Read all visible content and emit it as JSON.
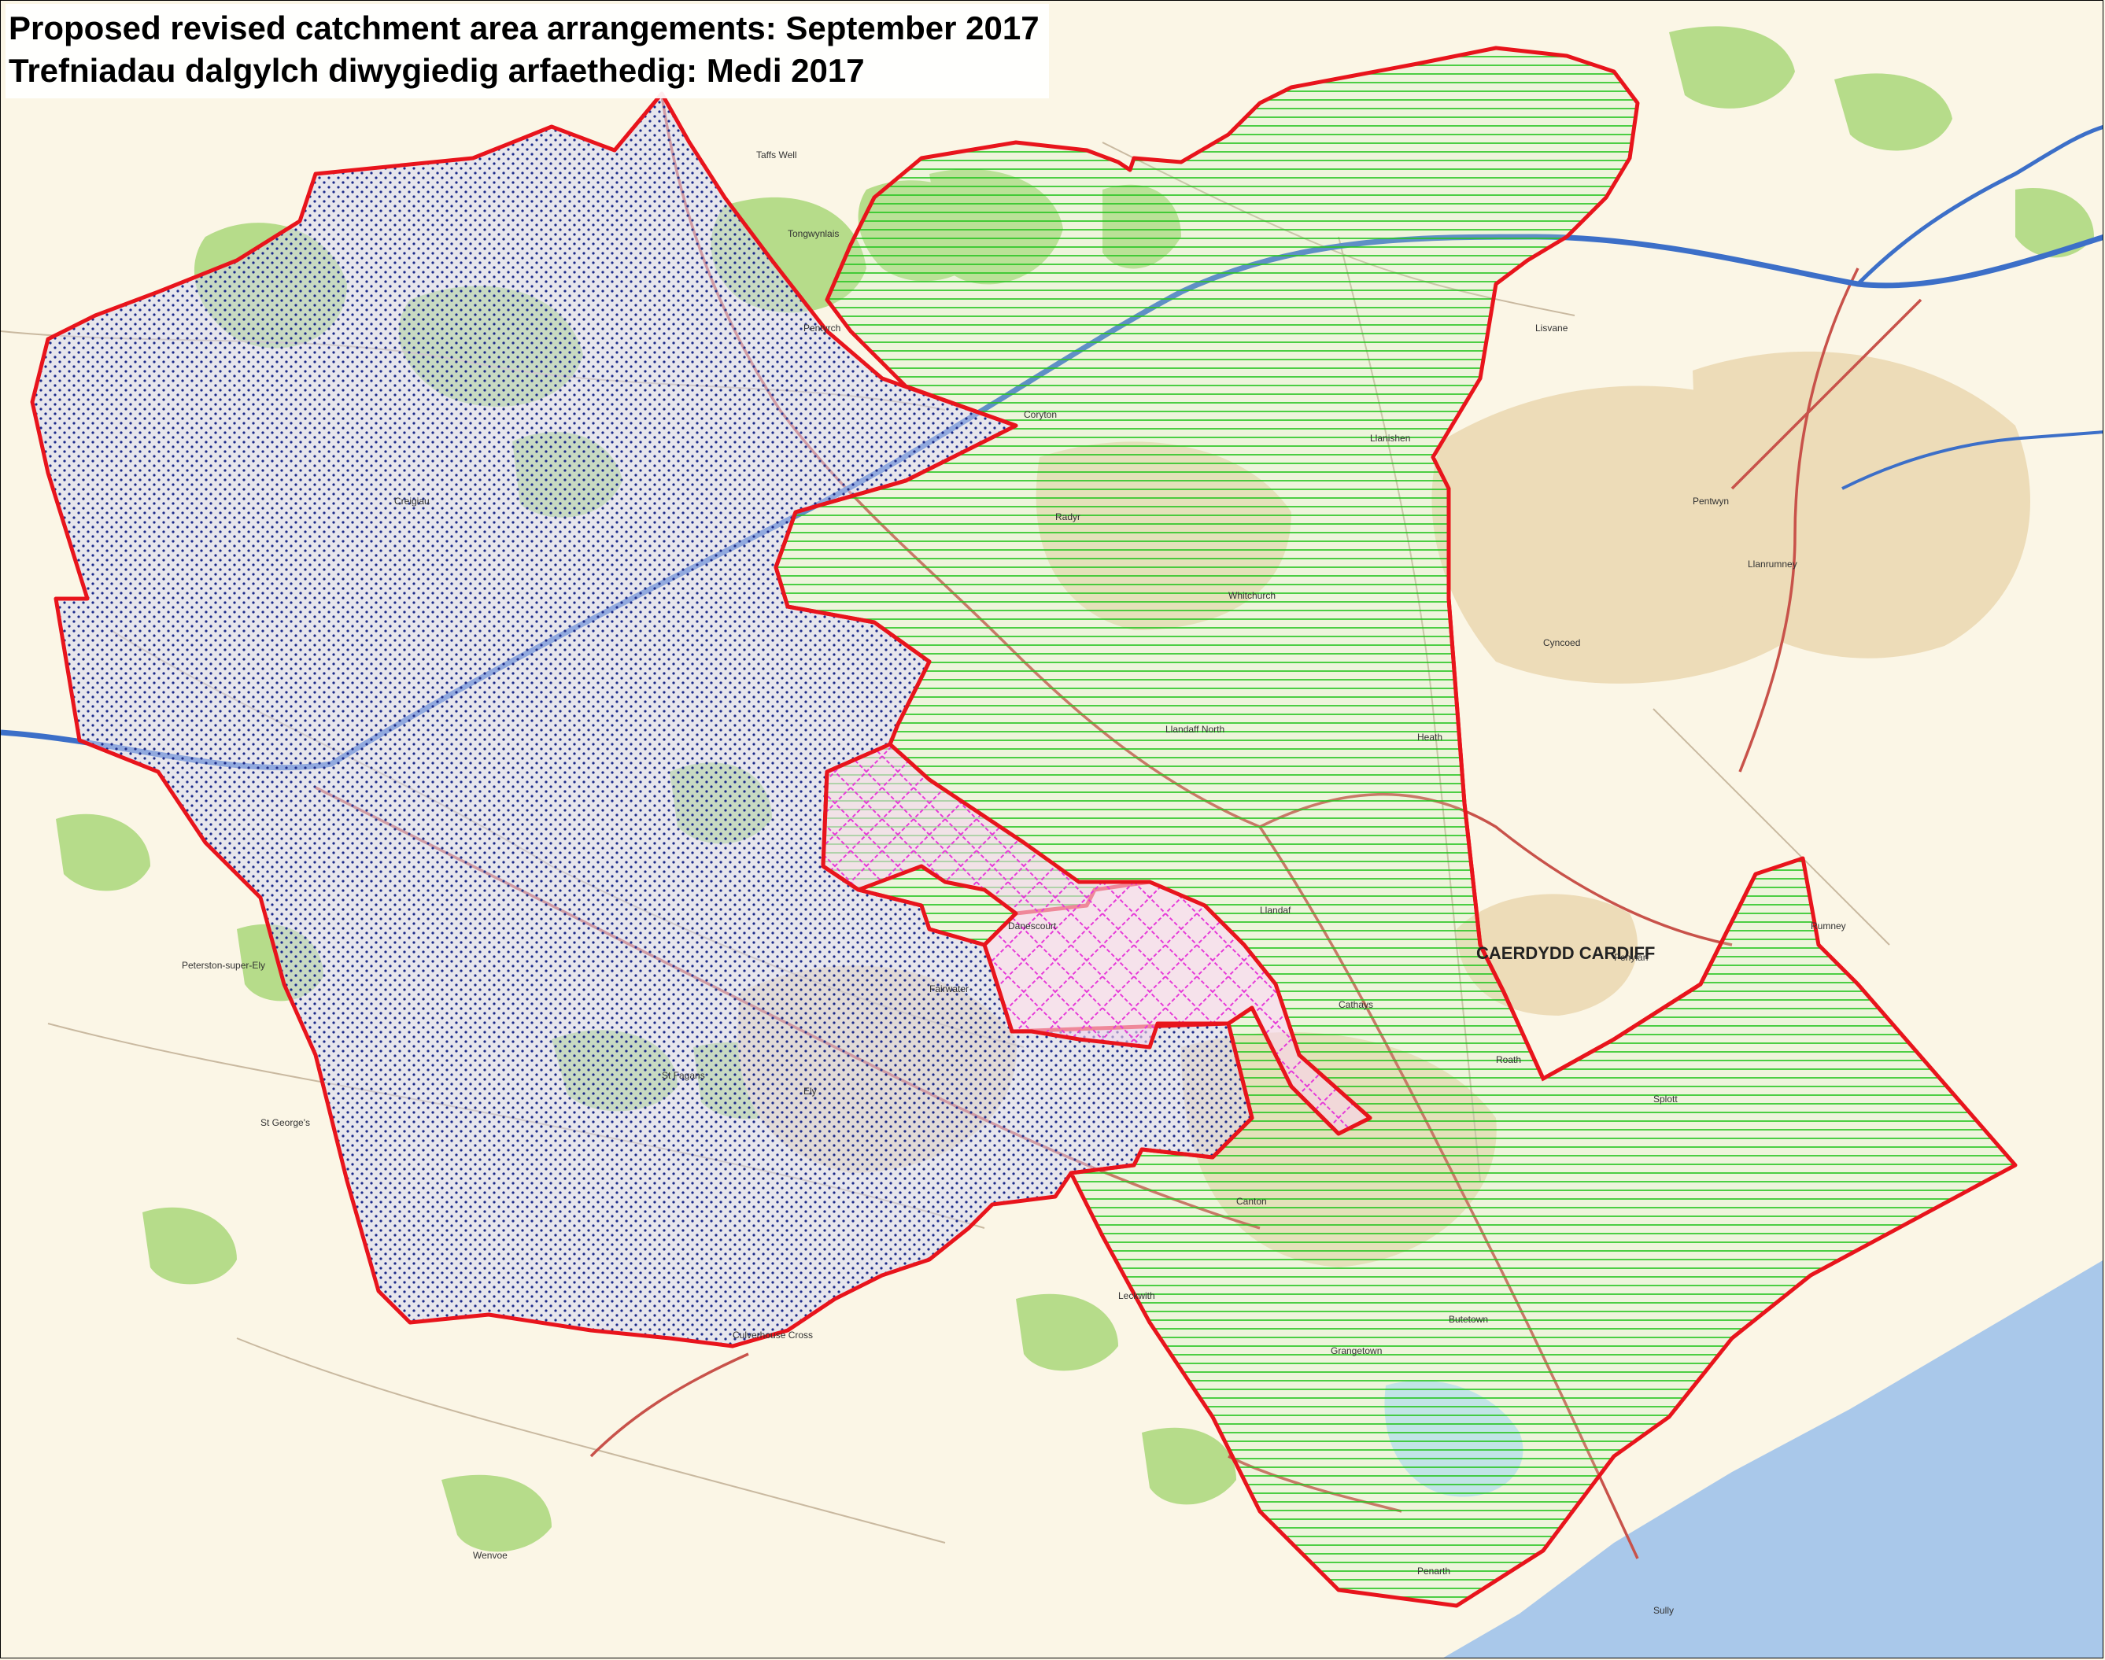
{
  "title": {
    "english": "Proposed revised catchment area arrangements: September 2017",
    "welsh": "Trefniadau dalgylch diwygiedig arfaethedig: Medi 2017"
  },
  "colors": {
    "land": "#fbf6e6",
    "woodland": "#b6dc8a",
    "urban": "#eddcb8",
    "roads_major": "#c8524a",
    "motorway": "#3c6fc8",
    "sea": "#a9c8ea",
    "boundary": "#e8141c",
    "zone_north_west_fill": "#d6d8f0",
    "zone_north_west_dots": "#1b2a8a",
    "zone_east_lines": "#23c41e",
    "zone_central_hatch": "#e63ad8"
  },
  "icons": {
    "north_west_pattern": "dot-pattern",
    "east_pattern": "horizontal-line-pattern",
    "central_pattern": "crosshatch-pattern"
  },
  "labels": {
    "city": "CAERDYDD CARDIFF",
    "places": [
      "Pentyrch",
      "Radyr",
      "Llandaf",
      "Whitchurch",
      "Llanishen",
      "Cathays",
      "Roath",
      "Splott",
      "Grangetown",
      "Butetown",
      "Canton",
      "Ely",
      "Fairwater",
      "Danescourt",
      "Llanrumney",
      "Pentwyn",
      "Rumney",
      "Penylan",
      "Heath",
      "Llandaff North",
      "Creigiau",
      "St Fagans",
      "Culverhouse Cross",
      "Leckwith",
      "Penarth",
      "Sully",
      "Wenvoe",
      "Peterston-super-Ely",
      "St George's",
      "Coryton",
      "Tongwynlais",
      "Taffs Well",
      "Lisvane",
      "Cyncoed"
    ]
  }
}
